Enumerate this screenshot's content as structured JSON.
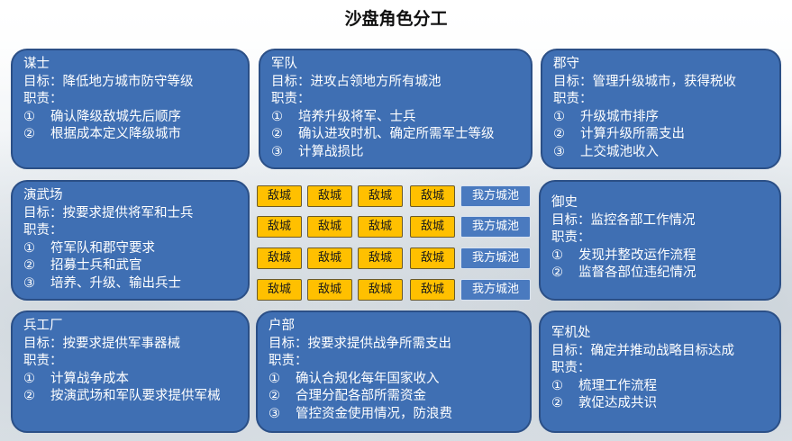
{
  "title": "沙盘角色分工",
  "colors": {
    "card_fill": "#3f6fb3",
    "enemy_city": "#ffc000",
    "our_city": "#4a7abf"
  },
  "cards": {
    "mouzhi": {
      "name": "谋士",
      "goal": "目标：降低地方城市防守等级",
      "duty_label": "职责：",
      "items": [
        {
          "num": "①",
          "text": "确认降级敌城先后顺序"
        },
        {
          "num": "②",
          "text": "根据成本定义降级城市"
        }
      ]
    },
    "army": {
      "name": "军队",
      "goal": "目标：进攻占领地方所有城池",
      "duty_label": "职责：",
      "items": [
        {
          "num": "①",
          "text": "培养升级将军、士兵"
        },
        {
          "num": "②",
          "text": "确认进攻时机、确定所需军士等级"
        },
        {
          "num": "③",
          "text": "计算战损比"
        }
      ]
    },
    "junshou": {
      "name": "郡守",
      "goal": "目标：管理升级城市，获得税收",
      "duty_label": "职责：",
      "items": [
        {
          "num": "①",
          "text": "升级城市排序"
        },
        {
          "num": "②",
          "text": "计算升级所需支出"
        },
        {
          "num": "③",
          "text": "上交城池收入"
        }
      ]
    },
    "yanwu": {
      "name": "演武场",
      "goal": "目标：按要求提供将军和士兵",
      "duty_label": "职责：",
      "items": [
        {
          "num": "①",
          "text": "符军队和郡守要求"
        },
        {
          "num": "②",
          "text": "招募士兵和武官"
        },
        {
          "num": "③",
          "text": "培养、升级、输出兵士"
        }
      ]
    },
    "yushi": {
      "name": "御史",
      "goal": "目标：监控各部工作情况",
      "duty_label": "职责：",
      "items": [
        {
          "num": "①",
          "text": "发现并整改运作流程"
        },
        {
          "num": "②",
          "text": "监督各部位违纪情况"
        }
      ]
    },
    "bing": {
      "name": "兵工厂",
      "goal": "目标：按要求提供军事器械",
      "duty_label": "职责：",
      "items": [
        {
          "num": "①",
          "text": "计算战争成本"
        },
        {
          "num": "②",
          "text": "按演武场和军队要求提供军械"
        }
      ]
    },
    "hubu": {
      "name": "户部",
      "goal": "目标：按要求提供战争所需支出",
      "duty_label": "职责：",
      "items": [
        {
          "num": "①",
          "text": "确认合规化每年国家收入"
        },
        {
          "num": "②",
          "text": "合理分配各部所需资金"
        },
        {
          "num": "③",
          "text": "管控资金使用情况，防浪费"
        }
      ]
    },
    "junji": {
      "name": "军机处",
      "goal": "目标：确定并推动战略目标达成",
      "duty_label": "职责：",
      "items": [
        {
          "num": "①",
          "text": "梳理工作流程"
        },
        {
          "num": "②",
          "text": "敦促达成共识"
        }
      ]
    }
  },
  "map": {
    "enemy_label": "敌城",
    "our_label": "我方城池"
  }
}
